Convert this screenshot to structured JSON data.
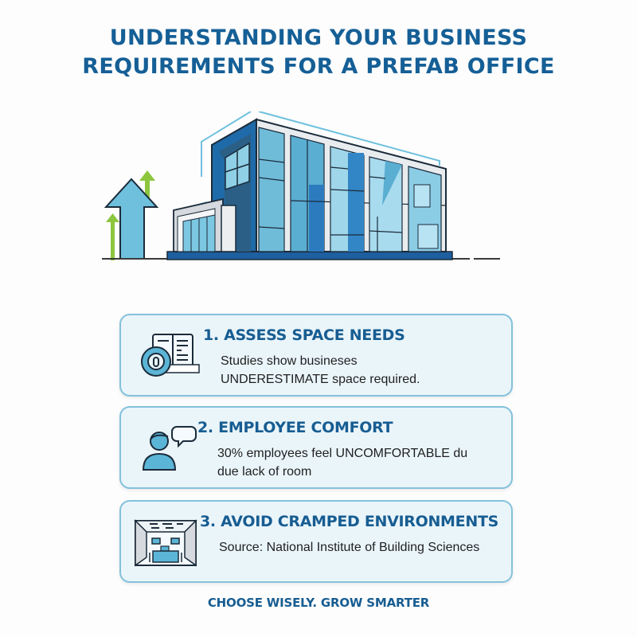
{
  "title": {
    "line1": "UNDERSTANDING YOUR BUSINESS",
    "line2": "REQUIREMENTS FOR A PREFAB OFFICE"
  },
  "hero": {
    "illustration": "modern-prefab-office-building-icon",
    "growth_arrows": "growth-arrows-icon"
  },
  "cards": [
    {
      "heading": "1. ASSESS SPACE NEEDS",
      "body_line1": "Studies show busineses",
      "body_line2": "UNDERESTIMATE space required.",
      "icon": "tape-measure-blueprint-icon"
    },
    {
      "heading": "2. EMPLOYEE COMFORT",
      "body_line1": "30% employees feel UNCOMFORTABLE du",
      "body_line2": "due lack of room",
      "icon": "person-speech-bubble-icon"
    },
    {
      "heading": "3. AVOID CRAMPED ENVIRONMENTS",
      "body_line1": "Source: National Institute of Building Sciences",
      "icon": "cramped-meeting-room-icon"
    }
  ],
  "tagline": "CHOOSE WISELY. GROW SMARTER",
  "colors": {
    "primary": "#155f96",
    "card_bg": "#eaf5fa",
    "card_border": "#84c1dc",
    "accent_light_blue": "#6ec0dd",
    "accent_green": "#8cc63f"
  }
}
